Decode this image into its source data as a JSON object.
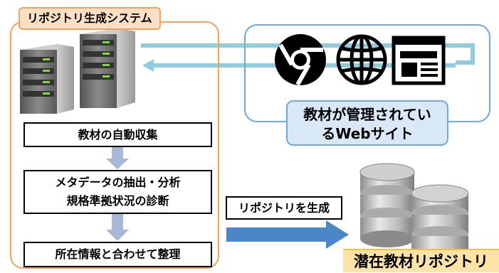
{
  "system": {
    "title": "リポジトリ生成システム",
    "steps": [
      {
        "line1": "教材の自動収集",
        "line2": ""
      },
      {
        "line1": "メタデータの抽出・分析",
        "line2": "規格準拠状況の診断"
      },
      {
        "line1": "所在情報と合わせて整理",
        "line2": ""
      }
    ]
  },
  "web": {
    "label_line1": "教材が管理されてい",
    "label_line2": "るWebサイト",
    "icons": [
      "chrome-icon",
      "globe-icon",
      "webpage-icon"
    ]
  },
  "generate_label": "リポジトリを生成",
  "repository_label": "潜在教材リポジトリ",
  "colors": {
    "system_border": "#f0a25c",
    "system_title_bg": "#fbe0c6",
    "web_border": "#6fa8dc",
    "web_label_bg": "#d9e8f6",
    "flow_arrow": "#a6b8d6",
    "connector": "#90cce0",
    "big_arrow": "#4a86c8",
    "repo_label_bg": "#fce3a8"
  }
}
